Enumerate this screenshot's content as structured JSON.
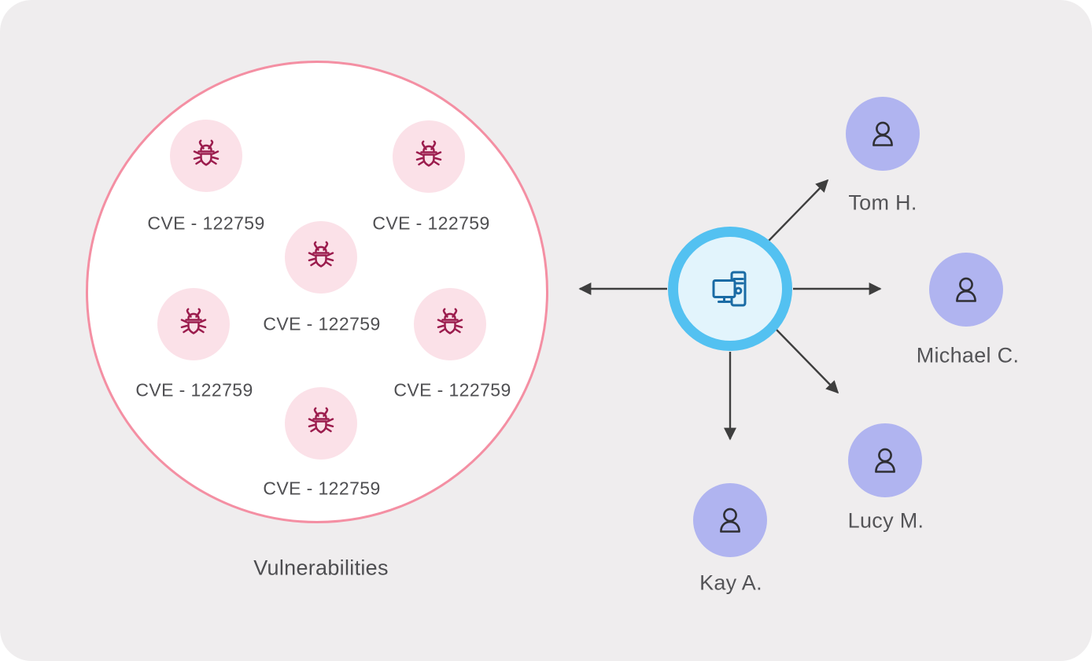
{
  "colors": {
    "card_background": "#efedee",
    "page_background": "#ffffff",
    "vuln_circle_border": "#f48fa3",
    "vuln_circle_fill": "#ffffff",
    "bug_node_fill": "#fbe1e8",
    "bug_icon": "#9b1c4d",
    "asset_node_border": "#53c1f1",
    "asset_node_fill": "#e2f4fc",
    "computer_icon": "#1a6ba5",
    "user_node_fill": "#b0b4f0",
    "user_icon": "#2f2f34",
    "arrow": "#3e3e3e",
    "text": "#4f4f52"
  },
  "vulnerabilities": {
    "title": "Vulnerabilities",
    "node_icon": "bug-icon",
    "items": [
      {
        "label": "CVE - 122759"
      },
      {
        "label": "CVE - 122759"
      },
      {
        "label": "CVE - 122759"
      },
      {
        "label": "CVE - 122759"
      },
      {
        "label": "CVE - 122759"
      },
      {
        "label": "CVE - 122759"
      }
    ]
  },
  "asset": {
    "icon": "computer-icon"
  },
  "users": [
    {
      "name": "Tom H.",
      "icon": "user-icon"
    },
    {
      "name": "Michael C.",
      "icon": "user-icon"
    },
    {
      "name": "Lucy M.",
      "icon": "user-icon"
    },
    {
      "name": "Kay A.",
      "icon": "user-icon"
    }
  ]
}
